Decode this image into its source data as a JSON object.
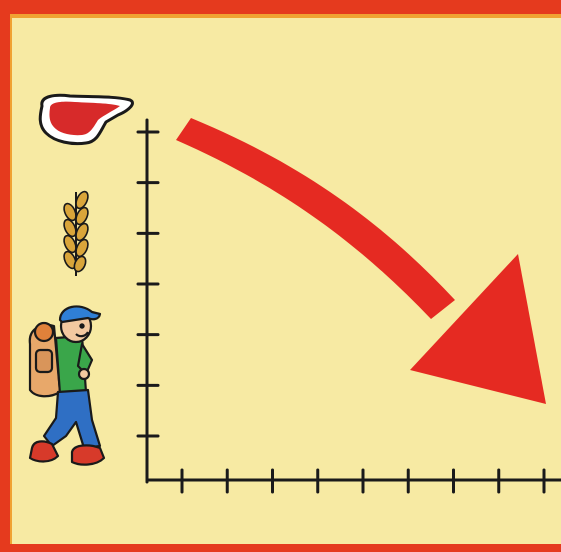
{
  "colors": {
    "frame": "#e53a1e",
    "panel": "#f7eaa3",
    "panel_edge": "#f0a232",
    "arrow": "#e52a22",
    "axis": "#1a1a1a",
    "steak": "#d72a2a",
    "wheat": "#d9a53a",
    "hiker_shirt": "#3aa64a",
    "hiker_pants": "#2f6fc4",
    "hiker_cap": "#2f7fd6",
    "hiker_pack": "#e8a86a"
  },
  "icons": {
    "steak": "steak-icon",
    "wheat": "wheat-icon",
    "hiker": "hiker-icon"
  },
  "trend": {
    "direction": "down",
    "y_ticks": 7,
    "x_ticks": 9
  }
}
